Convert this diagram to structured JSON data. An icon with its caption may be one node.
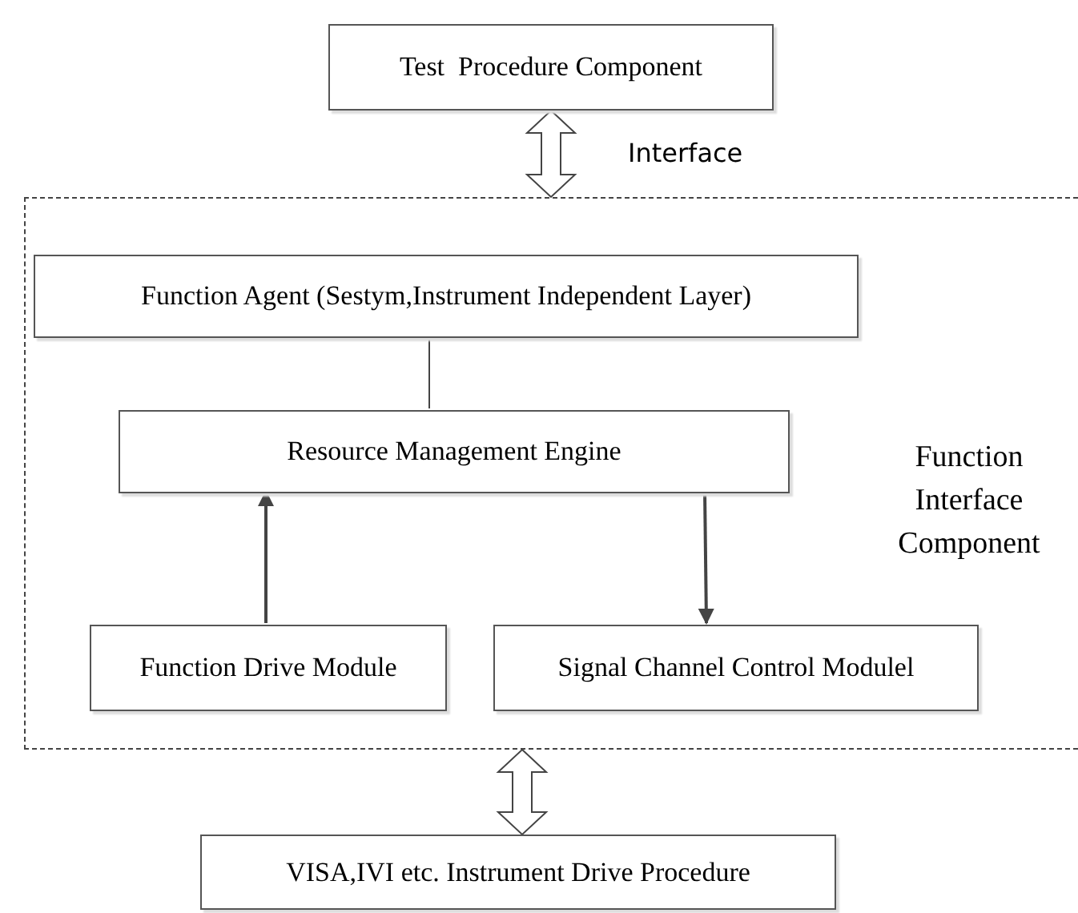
{
  "diagram": {
    "nodes": [
      {
        "text": [
          "Test  Procedure Component"
        ]
      },
      {
        "text": [
          "Function Interface Component"
        ]
      },
      {
        "text": [
          "Function Agent (Sestym,Instrument Independent Layer)"
        ],
        "in": 1
      },
      {
        "text": [
          "Resource Management Engine"
        ],
        "in": 1
      },
      {
        "text": [
          "Function Drive Module"
        ],
        "in": 1
      },
      {
        "text": [
          "Signal Channel Control Modulel"
        ],
        "in": 1
      },
      {
        "text": [
          "VISA,IVI etc. Instrument Drive Procedure"
        ]
      }
    ],
    "edges": [
      {
        "from": 0,
        "to": 1,
        "arrow": "both",
        "label": "Interface",
        "style": "thick"
      },
      {
        "from": 2,
        "to": 3,
        "arrow": "none"
      },
      {
        "from": 4,
        "to": 3,
        "arrow": "to"
      },
      {
        "from": 3,
        "to": 5,
        "arrow": "to"
      },
      {
        "from": 1,
        "to": 6,
        "arrow": "both",
        "style": "thick"
      }
    ]
  }
}
